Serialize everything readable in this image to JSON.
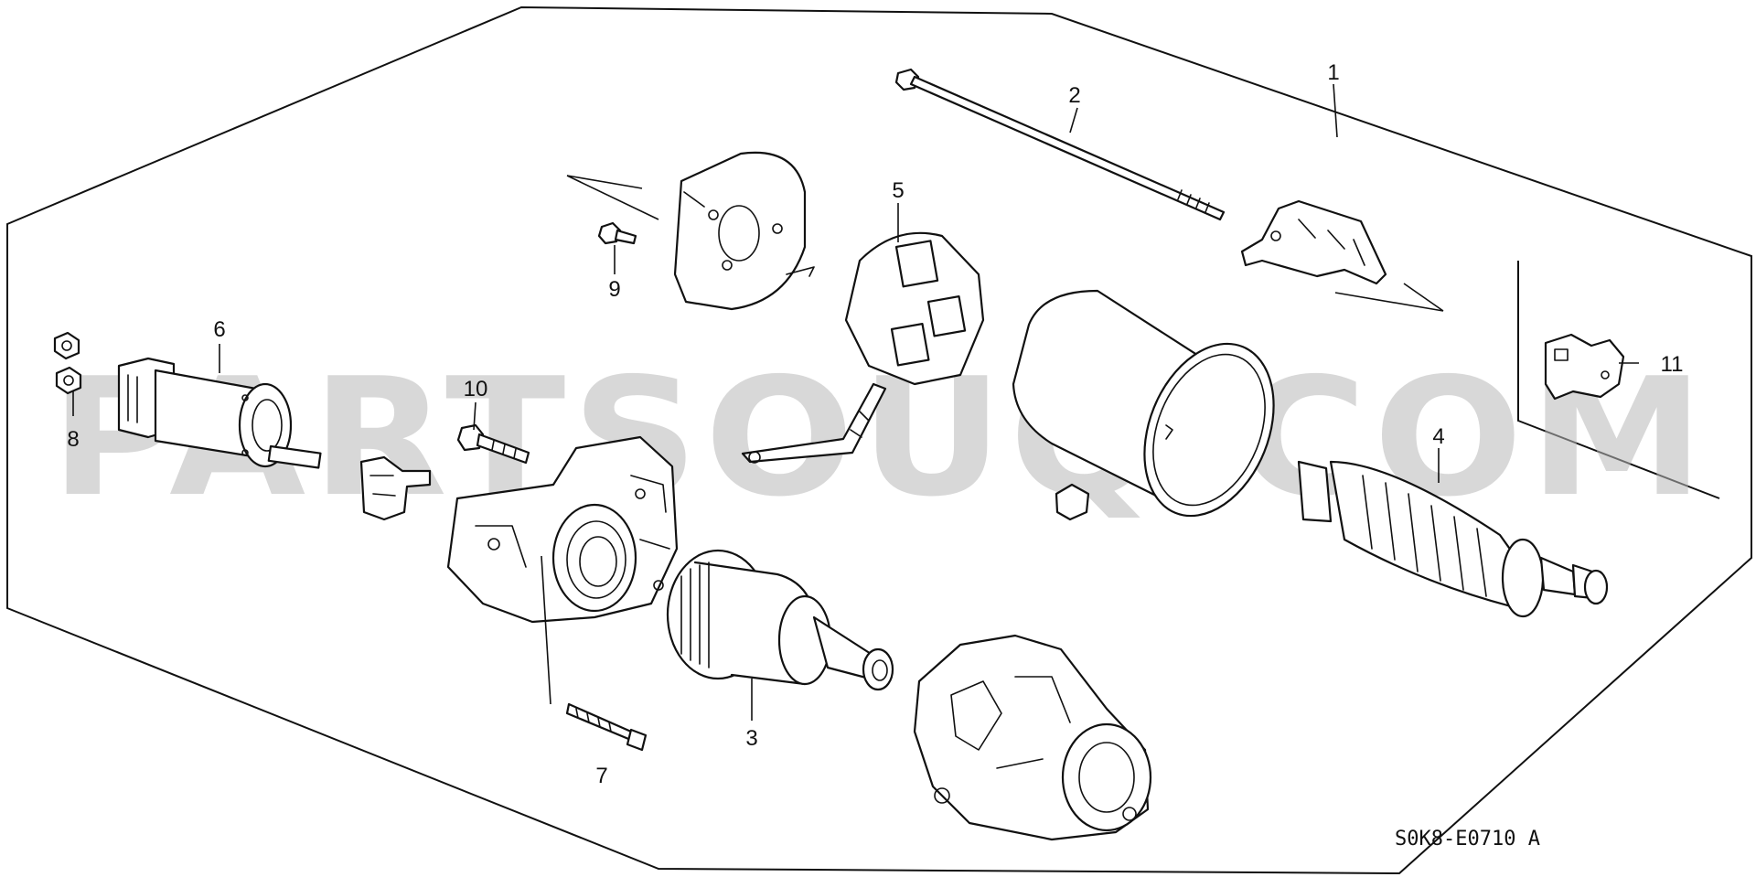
{
  "watermark": "PARTSOUQ.COM",
  "diagram_code": "S0K8-E0710 A",
  "callouts": {
    "c1": "1",
    "c2": "2",
    "c3": "3",
    "c4": "4",
    "c5": "5",
    "c6": "6",
    "c7": "7",
    "c8": "8",
    "c9": "9",
    "c10": "10",
    "c11": "11"
  }
}
